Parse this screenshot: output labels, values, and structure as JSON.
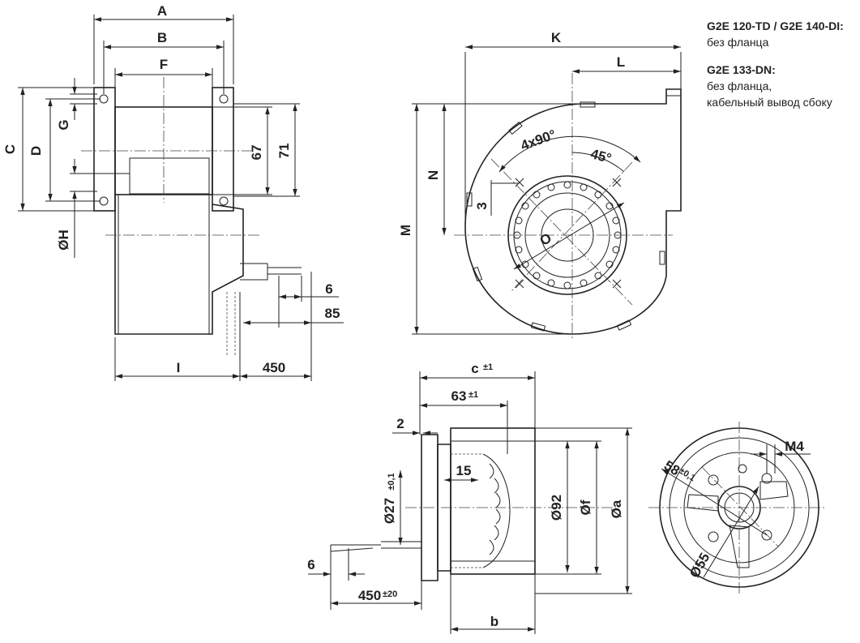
{
  "notes": [
    {
      "heading": "G2E 120-TD / G2E 140-DI:",
      "lines": [
        "без фланца"
      ]
    },
    {
      "heading": "G2E 133-DN:",
      "lines": [
        "без фланца,",
        "кабельный вывод сбоку"
      ]
    }
  ],
  "side_view": {
    "A": "A",
    "B": "B",
    "F": "F",
    "C": "C",
    "D": "D",
    "G": "G",
    "H": "ØH",
    "d67": "67",
    "d71": "71",
    "I": "I",
    "cable": "450",
    "d6": "6",
    "d85": "85"
  },
  "front_view": {
    "K": "K",
    "L": "L",
    "M": "M",
    "N": "N",
    "holes": "4x90°",
    "angle": "45°",
    "d3": "3",
    "O": "O"
  },
  "motor_side": {
    "c": "c",
    "c_tol": "±1",
    "d63": "63",
    "d63_tol": "±1",
    "d2": "2",
    "d15": "15",
    "d27": "Ø27",
    "d27_tol": "±0,1",
    "d92": "Ø92",
    "f": "Øf",
    "a": "Øa",
    "d6": "6",
    "cable": "450",
    "cable_tol": "±20",
    "b": "b"
  },
  "motor_front": {
    "M4": "M4",
    "d58": "58",
    "d58_tol": "±0,1",
    "d55": "Ø55"
  }
}
